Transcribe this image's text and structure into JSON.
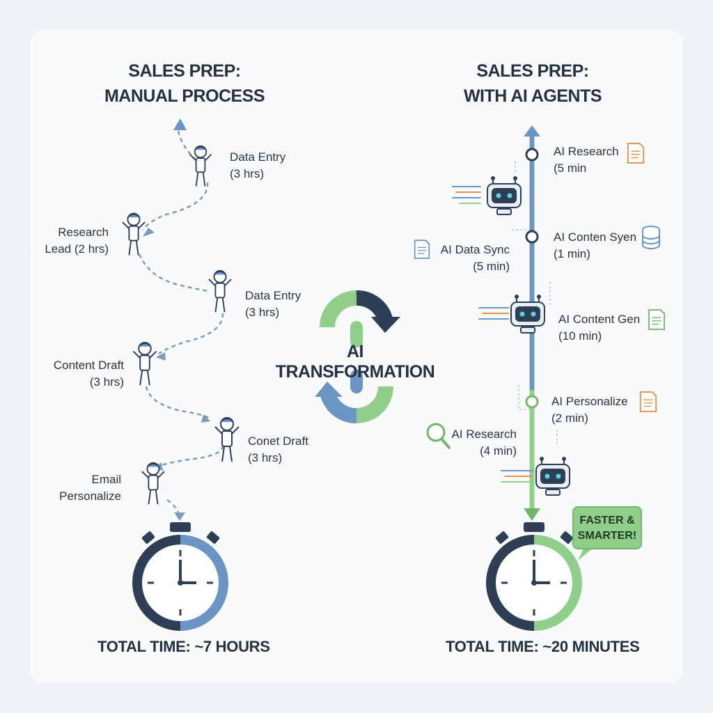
{
  "left": {
    "title_line1": "SALES PREP:",
    "title_line2": "MANUAL PROCESS",
    "steps": [
      {
        "line1": "Data Entry",
        "line2": "(3 hrs)"
      },
      {
        "line1": "Research",
        "line2": "Lead (2 hrs)"
      },
      {
        "line1": "Data Entry",
        "line2": "(3 hrs)"
      },
      {
        "line1": "Content Draft",
        "line2": "(3 hrs)"
      },
      {
        "line1": "Conet Draft",
        "line2": "(3 hrs)"
      },
      {
        "line1": "Email",
        "line2": "Personalize"
      }
    ],
    "total": "TOTAL TIME: ~7 HOURS"
  },
  "center": {
    "label": "AI TRANSFORMATION"
  },
  "right": {
    "title_line1": "SALES PREP:",
    "title_line2": "WITH AI AGENTS",
    "steps": [
      {
        "line1": "AI Research",
        "line2": "(5 min"
      },
      {
        "line1": "AI Conten Syen",
        "line2": "(1 min)"
      },
      {
        "line1": "AI Data Sync",
        "line2": "(5 min)"
      },
      {
        "line1": "AI Content Gen",
        "line2": "(10 min)"
      },
      {
        "line1": "AI Personalize",
        "line2": "(2 min)"
      },
      {
        "line1": "AI Research",
        "line2": "(4 min)"
      }
    ],
    "bubble_line1": "FASTER &",
    "bubble_line2": "SMARTER!",
    "total": "TOTAL TIME: ~20 MINUTES"
  },
  "colors": {
    "dark": "#243a52",
    "blue": "#6b95c4",
    "green": "#8fcf8a",
    "orange": "#e8914a",
    "teal": "#5fb8c0"
  },
  "icons": [
    "person-icon",
    "robot-icon",
    "document-icon",
    "database-icon",
    "magnifier-icon",
    "stopwatch-icon",
    "cycle-arrows-icon"
  ]
}
